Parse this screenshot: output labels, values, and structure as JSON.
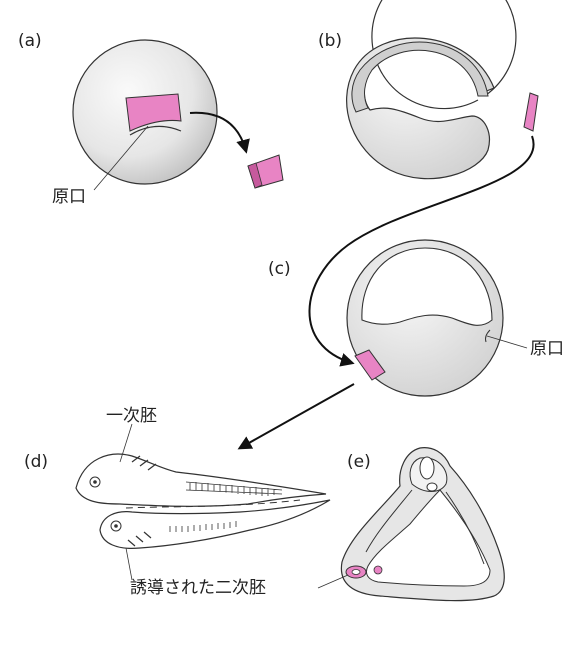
{
  "panels": {
    "a": {
      "label": "(a)",
      "blastopore_label": "原口"
    },
    "b": {
      "label": "(b)"
    },
    "c": {
      "label": "(c)",
      "blastopore_label": "原口"
    },
    "d": {
      "label": "(d)",
      "primary_embryo_label": "一次胚",
      "induced_embryo_label": "誘導された二次胚"
    },
    "e": {
      "label": "(e)"
    }
  },
  "colors": {
    "graft": "#e884c4",
    "outline": "#333333",
    "embryo_fill": "#f2f2f2",
    "shell": "#cfcfcf"
  }
}
